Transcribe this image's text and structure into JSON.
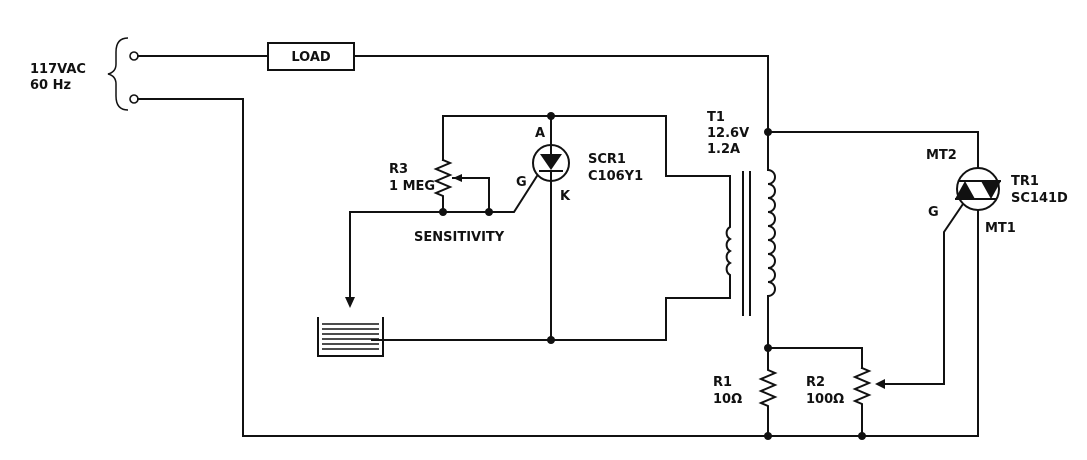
{
  "source": {
    "voltage": "117VAC",
    "frequency": "60 Hz"
  },
  "load": {
    "label": "LOAD"
  },
  "transformer": {
    "ref": "T1",
    "voltage": "12.6V",
    "current": "1.2A"
  },
  "scr": {
    "ref": "SCR1",
    "part": "C106Y1",
    "anode": "A",
    "gate": "G",
    "cathode": "K"
  },
  "r3": {
    "ref": "R3",
    "value": "1 MEG",
    "function": "SENSITIVITY"
  },
  "triac": {
    "ref": "TR1",
    "part": "SC141D",
    "mt2": "MT2",
    "gate": "G",
    "mt1": "MT1"
  },
  "r1": {
    "ref": "R1",
    "value": "10Ω"
  },
  "r2": {
    "ref": "R2",
    "value": "100Ω"
  }
}
